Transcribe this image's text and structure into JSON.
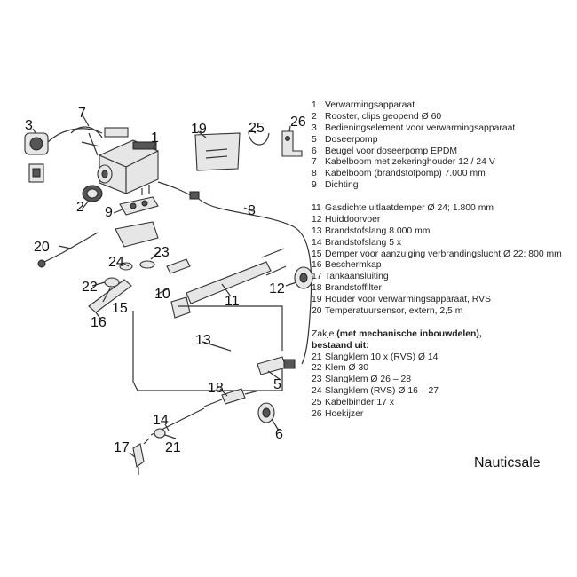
{
  "callouts": [
    "1",
    "2",
    "3",
    "5",
    "6",
    "7",
    "8",
    "9",
    "10",
    "11",
    "12",
    "13",
    "14",
    "15",
    "16",
    "17",
    "18",
    "19",
    "20",
    "21",
    "22",
    "23",
    "24",
    "25",
    "26"
  ],
  "legend": {
    "items": [
      {
        "n": "1",
        "text": "Verwarmingsapparaat"
      },
      {
        "n": "2",
        "text": "Rooster, clips geopend Ø 60"
      },
      {
        "n": "3",
        "text": "Bedieningselement voor verwarmingsapparaat"
      },
      {
        "n": "5",
        "text": "Doseerpomp"
      },
      {
        "n": "6",
        "text": "Beugel voor doseerpomp EPDM"
      },
      {
        "n": "7",
        "text": "Kabelboom met zekeringhouder  12 / 24 V"
      },
      {
        "n": "8",
        "text": "Kabelboom (brandstofpomp)  7.000 mm"
      },
      {
        "n": "9",
        "text": "Dichting"
      }
    ],
    "items2": [
      {
        "n": "11",
        "text": "Gasdichte uitlaatdemper  Ø 24; 1.800 mm"
      },
      {
        "n": "12",
        "text": "Huiddoorvoer"
      },
      {
        "n": "13",
        "text": "Brandstofslang 8.000 mm"
      },
      {
        "n": "14",
        "text": "Brandstofslang 5 x"
      },
      {
        "n": "15",
        "text": "Demper voor aanzuiging verbrandingslucht  Ø 22; 800 mm"
      },
      {
        "n": "16",
        "text": "Beschermkap"
      },
      {
        "n": "17",
        "text": "Tankaansluiting"
      },
      {
        "n": "18",
        "text": "Brandstoffilter"
      },
      {
        "n": "19",
        "text": "Houder voor verwarmingsapparaat, RVS"
      },
      {
        "n": "20",
        "text": "Temperatuursensor, extern,  2,5 m"
      }
    ],
    "kit_title_prefix": "Zakje ",
    "kit_title_bold": "(met mechanische inbouwdelen),",
    "kit_title_line2": "bestaand uit:",
    "kit_items": [
      {
        "n": "21",
        "text": "Slangklem 10 x (RVS)  Ø 14"
      },
      {
        "n": "22",
        "text": "Klem Ø 30"
      },
      {
        "n": "23",
        "text": "Slangklem Ø 26 – 28"
      },
      {
        "n": "24",
        "text": "Slangklem (RVS)  Ø  16 – 27"
      },
      {
        "n": "25",
        "text": "Kabelbinder 17 x"
      },
      {
        "n": "26",
        "text": "Hoekijzer"
      }
    ]
  },
  "brand": "Nauticsale"
}
